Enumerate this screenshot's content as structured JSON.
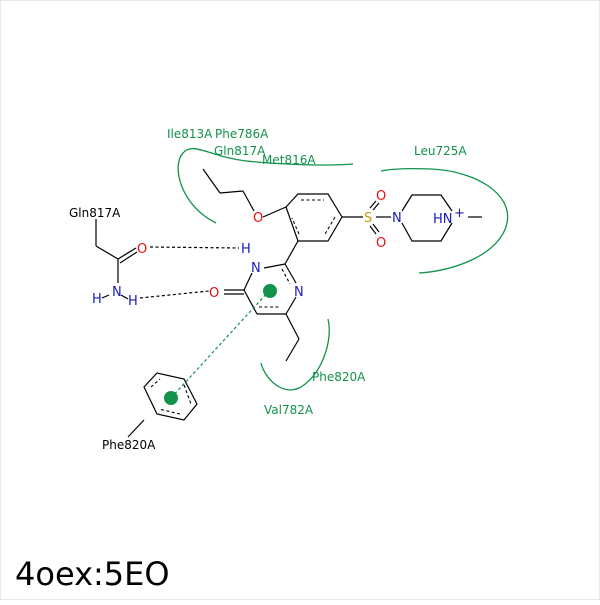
{
  "title": "4oex:5EO",
  "residues": {
    "ile813": "Ile813A",
    "phe786": "Phe786A",
    "gln817_top": "Gln817A",
    "met816": "Met816A",
    "leu725": "Leu725A",
    "gln817_left": "Gln817A",
    "phe820_right": "Phe820A",
    "val782": "Val782A",
    "phe820_bottom": "Phe820A"
  },
  "atoms": {
    "O_ether": "O",
    "S": "S",
    "O_s_top": "O",
    "O_s_bottom": "O",
    "N_pip": "N",
    "HN_plus": "HN",
    "plus": "+",
    "N_ring_upper": "N",
    "H_ring": "H",
    "N_ring_right": "N",
    "O_ring": "O",
    "O_gln": "O",
    "N_gln": "N",
    "H_gln_1": "H",
    "H_gln_2": "H"
  },
  "colors": {
    "residue_green": "#12924a",
    "nitrogen": "#1a1ab8",
    "oxygen": "#e01010",
    "sulfur": "#c79a00",
    "bond": "#000000"
  }
}
